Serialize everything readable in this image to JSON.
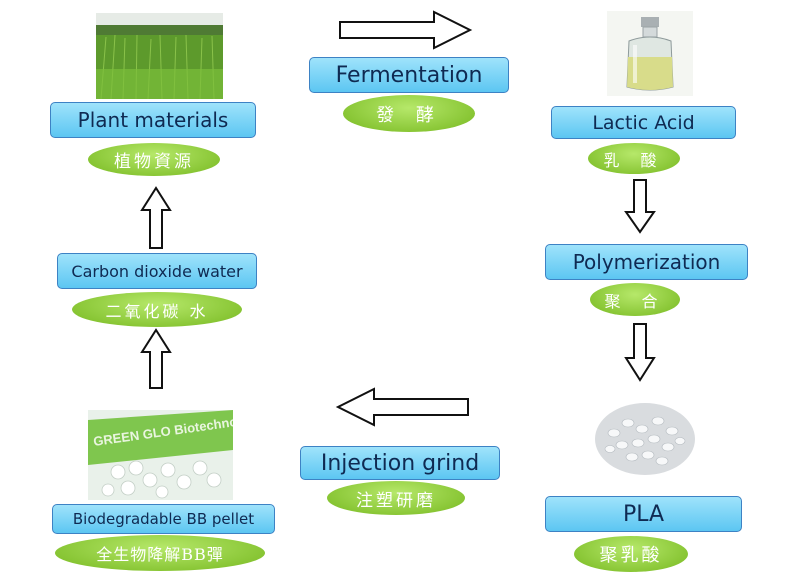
{
  "nodes": {
    "plant": {
      "label": "Plant materials",
      "chinese": "植物資源"
    },
    "fermentation": {
      "label": "Fermentation",
      "chinese": "發 酵"
    },
    "lactic": {
      "label": "Lactic Acid",
      "chinese": "乳 酸"
    },
    "polymerization": {
      "label": "Polymerization",
      "chinese": "聚 合"
    },
    "pla": {
      "label": "PLA",
      "chinese": "聚乳酸"
    },
    "injection": {
      "label": "Injection grind",
      "chinese": "注塑研磨"
    },
    "pellet": {
      "label": "Biodegradable BB pellet",
      "chinese": "全生物降解BB彈"
    },
    "co2": {
      "label": "Carbon dioxide water",
      "chinese": "二氧化碳 水"
    }
  },
  "photos": {
    "pellet_print": "GREEN GLO Biotechnology"
  },
  "colors": {
    "box_fill": "#6ccbf4",
    "box_border": "#3d82c4",
    "oval_fill": "#9ad44a",
    "oval_text": "#ffffff",
    "label_text": "#0f2a52"
  },
  "icons": [
    "right-arrow-icon",
    "down-arrow-icon",
    "left-arrow-icon",
    "up-arrow-icon"
  ]
}
